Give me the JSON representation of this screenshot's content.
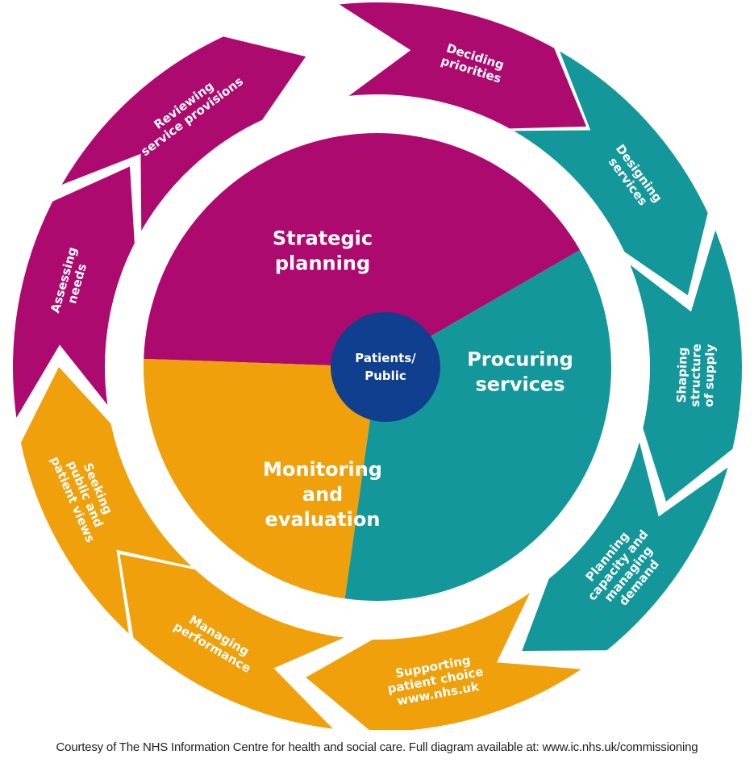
{
  "colors": {
    "magenta": "#AD0A6F",
    "teal": "#14979A",
    "orange": "#F0A00A",
    "navy": "#0F3F8E",
    "white": "#FFFFFF"
  },
  "hub": {
    "lines": [
      "Patients/",
      "Public"
    ],
    "color": "navy"
  },
  "segments": [
    {
      "id": "strategic-planning",
      "lines": [
        "Strategic",
        "planning"
      ],
      "color": "magenta"
    },
    {
      "id": "procuring-services",
      "lines": [
        "Procuring",
        "services"
      ],
      "color": "teal"
    },
    {
      "id": "monitoring-evaluation",
      "lines": [
        "Monitoring",
        "and",
        "evaluation"
      ],
      "color": "orange"
    }
  ],
  "arrows": [
    {
      "id": "deciding-priorities",
      "lines": [
        "Deciding",
        "priorities"
      ],
      "color": "magenta"
    },
    {
      "id": "designing-services",
      "lines": [
        "Designing",
        "services"
      ],
      "color": "teal"
    },
    {
      "id": "shaping-structure",
      "lines": [
        "Shaping",
        "structure",
        "of supply"
      ],
      "color": "teal"
    },
    {
      "id": "planning-capacity",
      "lines": [
        "Planning",
        "capacity and",
        "managing",
        "demand"
      ],
      "color": "teal"
    },
    {
      "id": "supporting-choice",
      "lines": [
        "Supporting",
        "patient choice",
        "www.nhs.uk"
      ],
      "color": "orange"
    },
    {
      "id": "managing-performance",
      "lines": [
        "Managing",
        "performance"
      ],
      "color": "orange"
    },
    {
      "id": "seeking-views",
      "lines": [
        "Seeking",
        "public and",
        "patient views"
      ],
      "color": "orange"
    },
    {
      "id": "assessing-needs",
      "lines": [
        "Assessing",
        "needs"
      ],
      "color": "magenta"
    },
    {
      "id": "reviewing-provisions",
      "lines": [
        "Reviewing",
        "service provisions"
      ],
      "color": "magenta"
    }
  ],
  "caption": "Courtesy of The NHS Information Centre for health and social care. Full diagram available at: www.ic.nhs.uk/commissioning"
}
